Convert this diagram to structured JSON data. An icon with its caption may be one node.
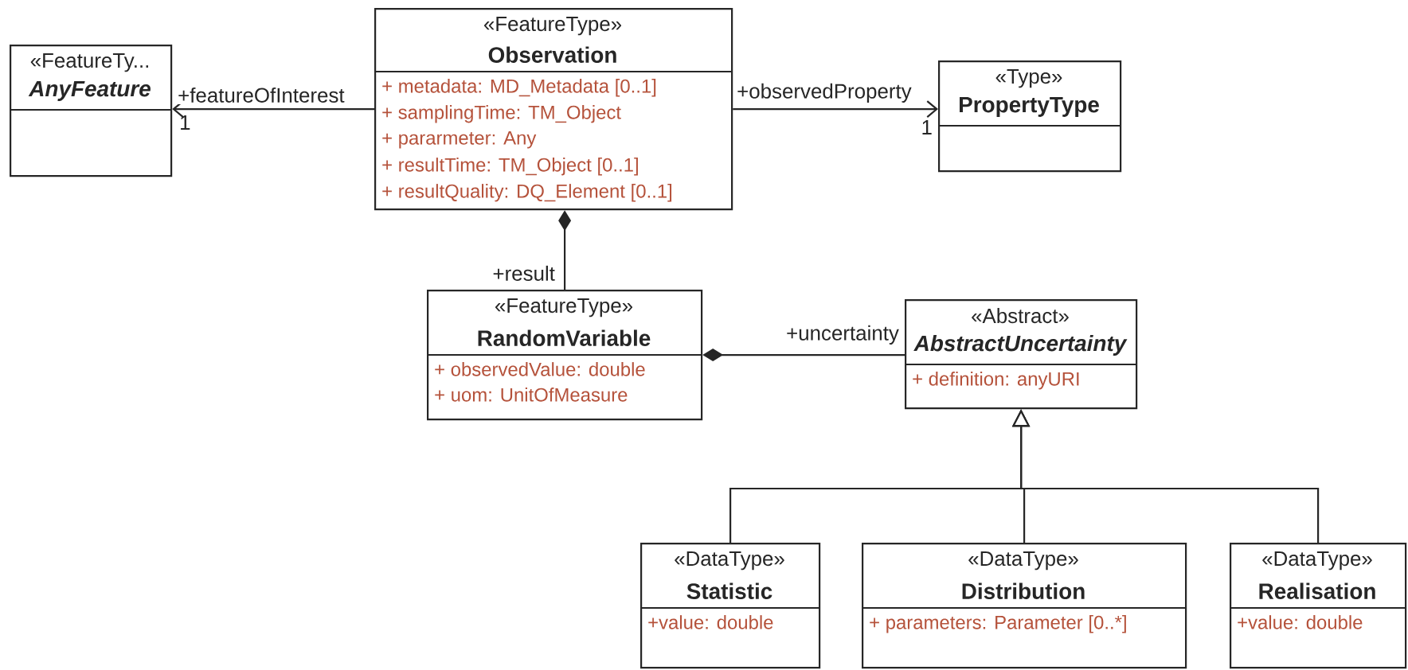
{
  "diagram": {
    "nodes": [
      {
        "text": [
          "«FeatureTy...",
          "AnyFeature"
        ]
      },
      {
        "text": [
          "«FeatureType»",
          "Observation",
          "+   metadata: MD_Metadata [0..1]",
          "+   samplingTime: TM_Object",
          "+   pararmeter: Any",
          "+   resultTime: TM_Object [0..1]",
          "+   resultQuality: DQ_Element [0..1]"
        ]
      },
      {
        "text": [
          "«Type»",
          "PropertyType"
        ]
      },
      {
        "text": [
          "«FeatureType»",
          "RandomVariable",
          "+ observedValue: double",
          "+ uom: UnitOfMeasure"
        ]
      },
      {
        "text": [
          "«Abstract»",
          "AbstractUncertainty",
          "+ definition: anyURI"
        ]
      },
      {
        "text": [
          "«DataType»",
          "Statistic",
          "+value: double"
        ]
      },
      {
        "text": [
          "«DataType»",
          "Distribution",
          "+ parameters: Parameter [0..*]"
        ]
      },
      {
        "text": [
          "«DataType»",
          "Realisation",
          "+value: double"
        ]
      }
    ],
    "edges": [
      {
        "from": 1,
        "to": 0,
        "arrow": "to",
        "label": "+featureOfInterest"
      },
      {
        "from": 1,
        "to": 2,
        "arrow": "to",
        "label": "+observedProperty"
      },
      {
        "from": 1,
        "to": 3,
        "arrow": "other",
        "label": "+result"
      },
      {
        "from": 3,
        "to": 4,
        "arrow": "other",
        "label": "+uncertainty"
      },
      {
        "from": 5,
        "to": 4,
        "arrow": "to"
      },
      {
        "from": 6,
        "to": 4,
        "arrow": "to"
      },
      {
        "from": 7,
        "to": 4,
        "arrow": "to"
      }
    ],
    "labels": [
      "1",
      "1"
    ]
  }
}
